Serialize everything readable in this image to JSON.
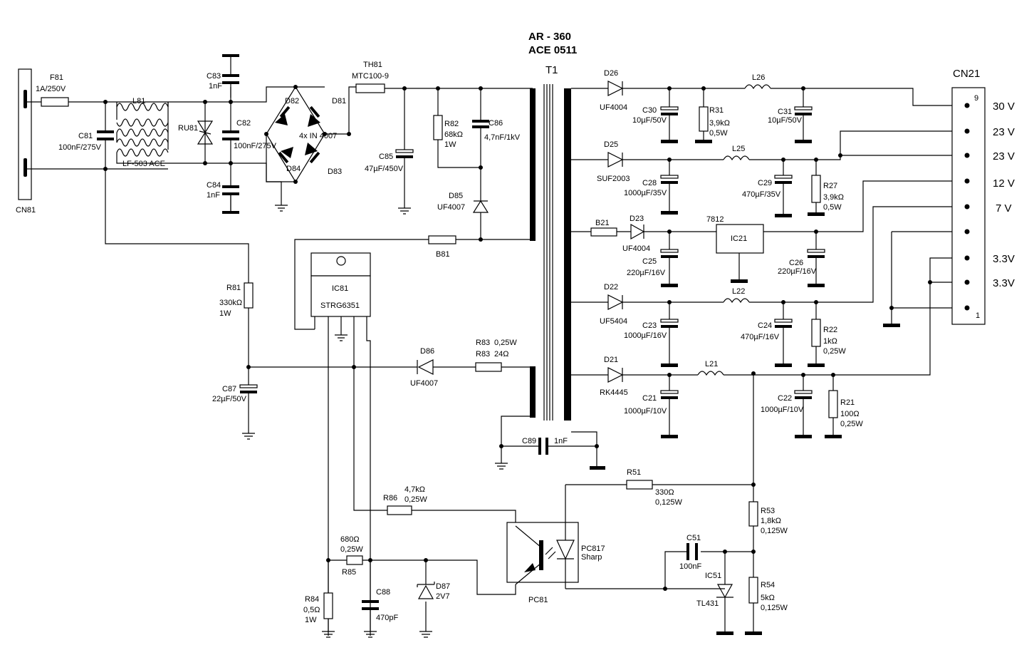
{
  "title": {
    "line1": "AR - 360",
    "line2": "ACE 0511"
  },
  "transformer": "T1",
  "connector_in": "CN81",
  "connector_out": {
    "name": "CN21",
    "pin_top": "9",
    "pin_bottom": "1"
  },
  "outputs": [
    "30 V",
    "23 V",
    "23 V",
    "12 V",
    "7 V",
    "3.3V",
    "3.3V"
  ],
  "components": {
    "F81": {
      "ref": "F81",
      "value": "1A/250V"
    },
    "L81": {
      "ref": "L81",
      "value": "LF-503 ACE"
    },
    "C81": {
      "ref": "C81",
      "value": "100nF/275V"
    },
    "RU81": {
      "ref": "RU81"
    },
    "C83": {
      "ref": "C83",
      "value": "1nF"
    },
    "C82": {
      "ref": "C82",
      "value": "100nF/275V"
    },
    "C84": {
      "ref": "C84",
      "value": "1nF"
    },
    "D81": {
      "ref": "D81"
    },
    "D82": {
      "ref": "D82"
    },
    "D83": {
      "ref": "D83"
    },
    "D84": {
      "ref": "D84"
    },
    "bridge": {
      "value": "4x  IN 4007"
    },
    "TH81": {
      "ref": "TH81",
      "value": "MTC100-9"
    },
    "C85": {
      "ref": "C85",
      "value": "47µF/450V"
    },
    "R82": {
      "ref": "R82",
      "value": "68kΩ",
      "power": "1W"
    },
    "C86": {
      "ref": "C86",
      "value": "4,7nF/1kV"
    },
    "D85": {
      "ref": "D85",
      "value": "UF4007"
    },
    "B81": {
      "ref": "B81"
    },
    "IC81": {
      "ref": "IC81",
      "value": "STRG6351"
    },
    "R81": {
      "ref": "R81",
      "value": "330kΩ",
      "power": "1W"
    },
    "C87": {
      "ref": "C87",
      "value": "22µF/50V"
    },
    "D86": {
      "ref": "D86",
      "value": "UF4007"
    },
    "R83": {
      "ref": "R83",
      "value": "24Ω",
      "power": "0,25W"
    },
    "C89": {
      "ref": "C89",
      "value": "1nF"
    },
    "R86": {
      "ref": "R86",
      "value": "4,7kΩ",
      "power": "0,25W"
    },
    "R85": {
      "ref": "R85",
      "value": "680Ω",
      "power": "0,25W"
    },
    "R84": {
      "ref": "R84",
      "value": "0,5Ω",
      "power": "1W"
    },
    "C88": {
      "ref": "C88",
      "value": "470pF"
    },
    "D87": {
      "ref": "D87",
      "value": "2V7"
    },
    "PC81": {
      "ref": "PC81",
      "value": "PC817",
      "maker": "Sharp"
    },
    "R51": {
      "ref": "R51",
      "value": "330Ω",
      "power": "0,125W"
    },
    "R53": {
      "ref": "R53",
      "value": "1,8kΩ",
      "power": "0,125W"
    },
    "C51": {
      "ref": "C51",
      "value": "100nF"
    },
    "IC51": {
      "ref": "IC51",
      "value": "TL431"
    },
    "R54": {
      "ref": "R54",
      "value": "5kΩ",
      "power": "0,125W"
    },
    "D26": {
      "ref": "D26",
      "value": "UF4004"
    },
    "C30": {
      "ref": "C30",
      "value": "10µF/50V"
    },
    "R31": {
      "ref": "R31",
      "value": "3,9kΩ",
      "power": "0,5W"
    },
    "L26": {
      "ref": "L26"
    },
    "C31": {
      "ref": "C31",
      "value": "10µF/50V"
    },
    "D25": {
      "ref": "D25",
      "value": "SUF2003"
    },
    "C28": {
      "ref": "C28",
      "value": "1000µF/35V"
    },
    "L25": {
      "ref": "L25"
    },
    "C29": {
      "ref": "C29",
      "value": "470µF/35V"
    },
    "R27": {
      "ref": "R27",
      "value": "3,9kΩ",
      "power": "0,5W"
    },
    "B21": {
      "ref": "B21"
    },
    "D23": {
      "ref": "D23",
      "value": "UF4004"
    },
    "C25": {
      "ref": "C25",
      "value": "220µF/16V"
    },
    "IC21": {
      "ref": "IC21",
      "value": "7812"
    },
    "C26": {
      "ref": "C26",
      "value": "220µF/16V"
    },
    "D22": {
      "ref": "D22",
      "value": "UF5404"
    },
    "C23": {
      "ref": "C23",
      "value": "1000µF/16V"
    },
    "L22": {
      "ref": "L22"
    },
    "C24": {
      "ref": "C24",
      "value": "470µF/16V"
    },
    "R22": {
      "ref": "R22",
      "value": "1kΩ",
      "power": "0,25W"
    },
    "D21": {
      "ref": "D21",
      "value": "RK4445"
    },
    "C21": {
      "ref": "C21",
      "value": "1000µF/10V"
    },
    "L21": {
      "ref": "L21"
    },
    "C22": {
      "ref": "C22",
      "value": "1000µF/10V"
    },
    "R21": {
      "ref": "R21",
      "value": "100Ω",
      "power": "0,25W"
    }
  }
}
